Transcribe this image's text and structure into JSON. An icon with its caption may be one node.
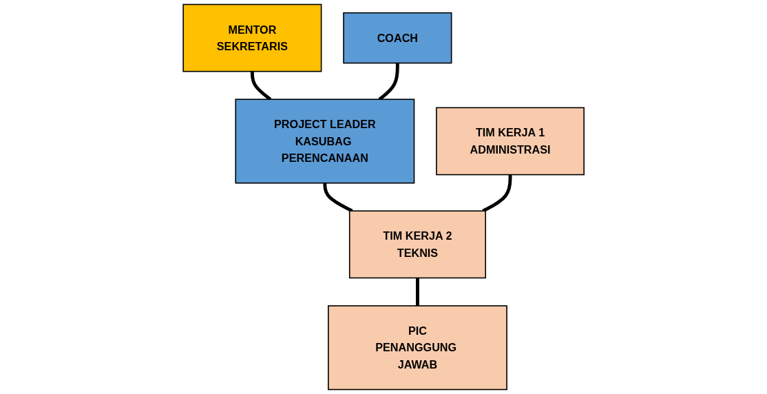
{
  "diagram": {
    "nodes": [
      {
        "text": [
          "MENTOR",
          "SEKRETARIS"
        ]
      },
      {
        "text": [
          "COACH"
        ]
      },
      {
        "text": [
          "PROJECT LEADER",
          "KASUBAG PERENCANAAN"
        ]
      },
      {
        "text": [
          "TIM KERJA 1",
          "ADMINISTRASI"
        ]
      },
      {
        "text": [
          "TIM KERJA 2",
          "TEKNIS"
        ]
      },
      {
        "text": [
          "PIC",
          "PENANGGUNG JAWAB"
        ]
      }
    ],
    "edges": [
      {
        "from": 0,
        "to": 2,
        "arrow": "none"
      },
      {
        "from": 1,
        "to": 2,
        "arrow": "none"
      },
      {
        "from": 2,
        "to": 4,
        "arrow": "none"
      },
      {
        "from": 3,
        "to": 4,
        "arrow": "none"
      },
      {
        "from": 4,
        "to": 5,
        "arrow": "none"
      }
    ]
  }
}
